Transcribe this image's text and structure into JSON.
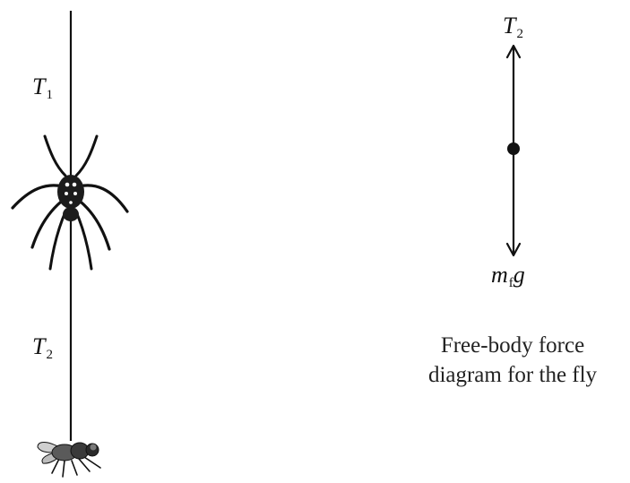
{
  "left_diagram": {
    "tension_upper": {
      "symbol": "T",
      "subscript": "1"
    },
    "tension_lower": {
      "symbol": "T",
      "subscript": "2"
    }
  },
  "free_body_diagram": {
    "force_up": {
      "symbol": "T",
      "subscript": "2"
    },
    "force_down": {
      "symbol": "m",
      "subscript": "f",
      "suffix": "g"
    },
    "caption_line1": "Free-body force",
    "caption_line2": "diagram for the fly"
  },
  "colors": {
    "ink": "#111111",
    "body": "#1c1c1c"
  }
}
